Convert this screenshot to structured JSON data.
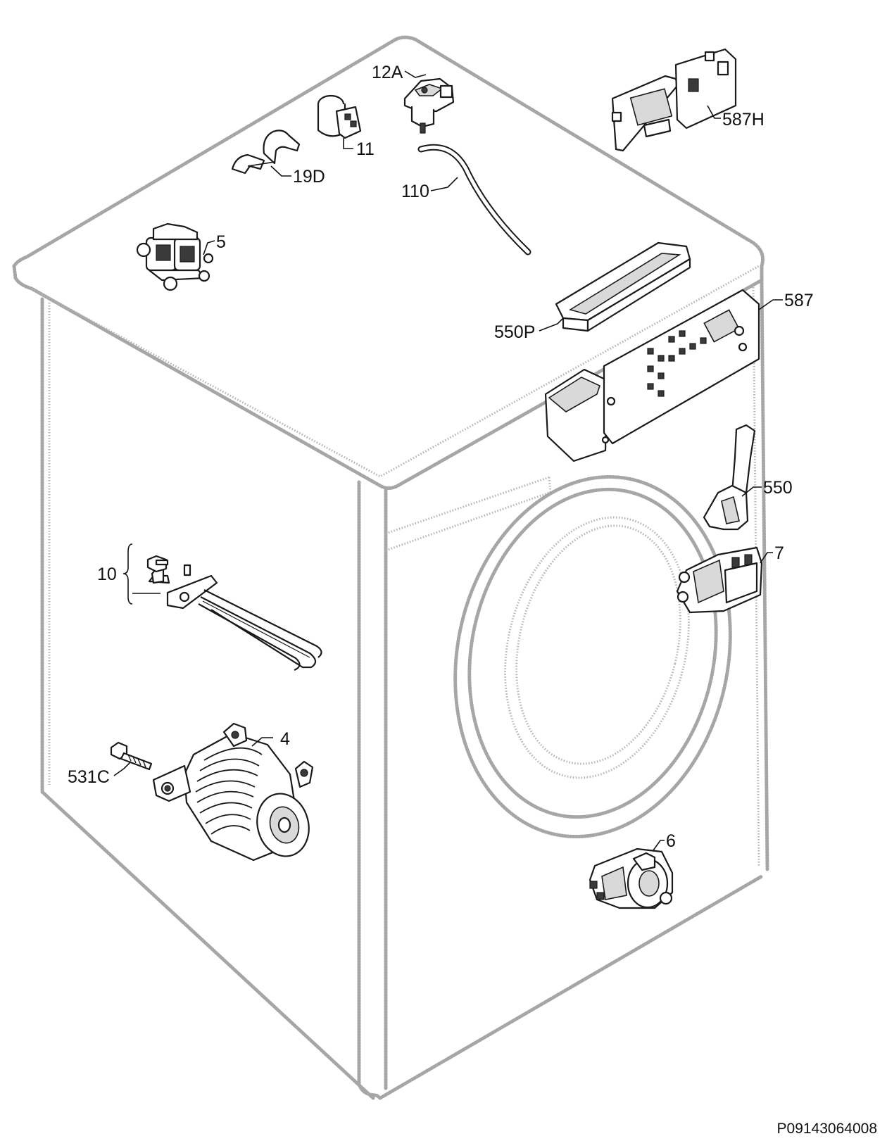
{
  "labels": {
    "p12A": "12A",
    "p11": "11",
    "p19D": "19D",
    "p110": "110",
    "p5": "5",
    "p587H": "587H",
    "p587": "587",
    "p550P": "550P",
    "p550": "550",
    "p7": "7",
    "p10": "10",
    "p4": "4",
    "p531C": "531C",
    "p6": "6"
  },
  "reference": "P09143064008"
}
